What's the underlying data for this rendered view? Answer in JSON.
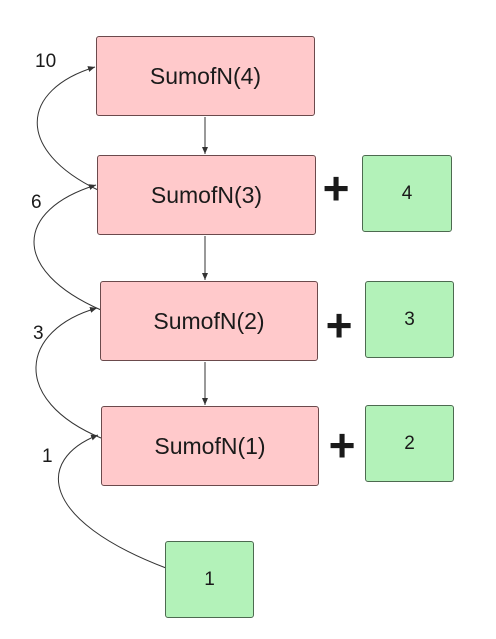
{
  "calls": [
    {
      "label": "SumofN(4)"
    },
    {
      "label": "SumofN(3)"
    },
    {
      "label": "SumofN(2)"
    },
    {
      "label": "SumofN(1)"
    }
  ],
  "operator": "+",
  "add_values": [
    "4",
    "3",
    "2"
  ],
  "base_value": "1",
  "return_values": [
    "10",
    "6",
    "3",
    "1"
  ],
  "colors": {
    "call_fill": "#ffc9cb",
    "value_fill": "#b3f2b9",
    "line": "#333333"
  }
}
